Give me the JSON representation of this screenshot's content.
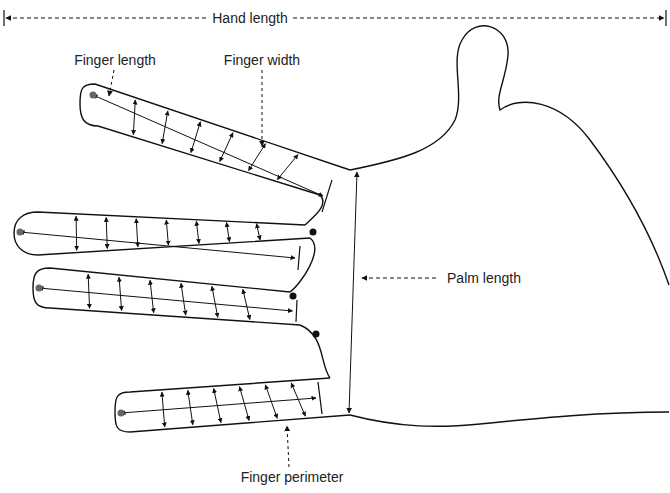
{
  "diagram": {
    "labels": [
      "Hand length",
      "Finger length",
      "Finger width",
      "Palm length",
      "Finger perimeter"
    ]
  }
}
